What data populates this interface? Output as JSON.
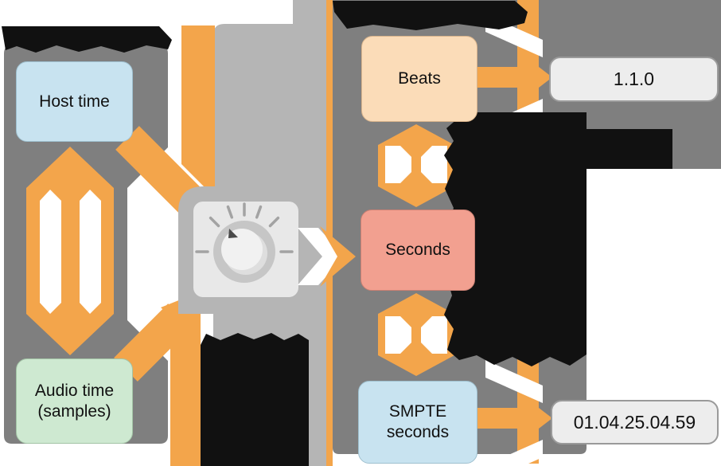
{
  "nodes": {
    "host_time": {
      "label": "Host time",
      "fill": "#C8E3F0"
    },
    "audio_time": {
      "label": "Audio time (samples)",
      "fill": "#CEE9D1"
    },
    "beats": {
      "label": "Beats",
      "fill": "#FBDCB8"
    },
    "seconds": {
      "label": "Seconds",
      "fill": "#F2A090"
    },
    "smpte_seconds": {
      "label": "SMPTE seconds",
      "fill": "#C8E3F0"
    }
  },
  "displays": {
    "beats_value": "1.1.0",
    "smpte_value": "01.04.25.04.59"
  },
  "icons": {
    "tempo_dial": "rotary-knob-icon",
    "converter": "bidirectional-convert-hexagon-icon",
    "redaction": "redacted-label-blob"
  },
  "colors": {
    "arrow_orange": "#F3A54B",
    "panel_gray": "#7F7F7F",
    "band_gray": "#B5B5B5",
    "knob_panel": "#E8E8E8",
    "knob_ring": "#C6C6C6",
    "knob_face": "#F1F1F1",
    "redaction_black": "#111111",
    "display_fill": "#EDEDED",
    "display_border": "#9A9A9A",
    "background": "#FFFFFF"
  }
}
